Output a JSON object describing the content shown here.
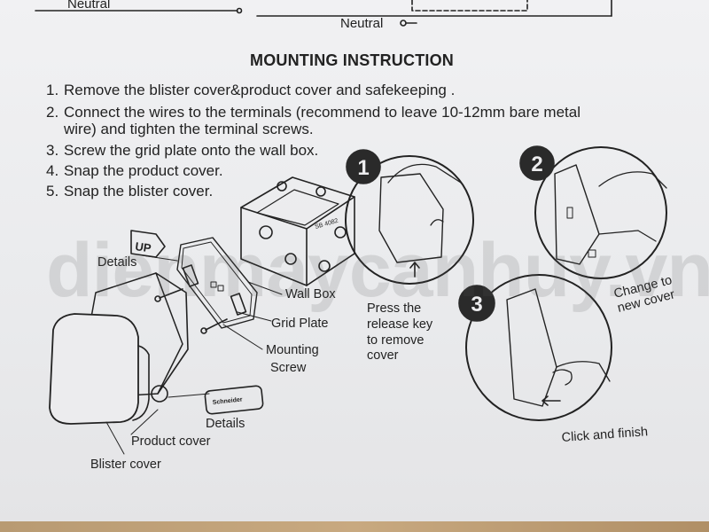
{
  "header": {
    "neutral_left": "Neutral",
    "neutral_right": "Neutral"
  },
  "title": "MOUNTING INSTRUCTION",
  "steps": [
    {
      "num": "1.",
      "text": "Remove the blister cover&product cover and safekeeping ."
    },
    {
      "num": "2.",
      "text": "Connect the wires to the terminals (recommend to leave 10-12mm bare metal"
    },
    {
      "num": "",
      "text": "wire) and tighten the terminal screws."
    },
    {
      "num": "3.",
      "text": "Screw the grid plate onto the wall box."
    },
    {
      "num": "4.",
      "text": "Snap the product cover."
    },
    {
      "num": "5.",
      "text": "Snap the blister cover."
    }
  ],
  "diagram_labels": {
    "up": "UP",
    "details_top": "Details",
    "wall_box": "Wall Box",
    "grid_plate": "Grid Plate",
    "mounting_screw_1": "Mounting",
    "mounting_screw_2": "Screw",
    "details_bottom": "Details",
    "product_cover": "Product cover",
    "blister_cover": "Blister cover",
    "wall_box_code": "SB 4082",
    "brand_text": "Schneider"
  },
  "callouts": {
    "c1_num": "1",
    "c2_num": "2",
    "c3_num": "3",
    "c1_text_1": "Press the",
    "c1_text_2": "release key",
    "c1_text_3": "to remove",
    "c1_text_4": "cover",
    "c2_text_1": "Change to",
    "c2_text_2": "new cover",
    "c3_text": "Click and finish"
  },
  "watermark": "dienmaycanhuy.vn",
  "colors": {
    "ink": "#222222",
    "paper": "#ececee",
    "watermark": "#8a8a8a"
  }
}
